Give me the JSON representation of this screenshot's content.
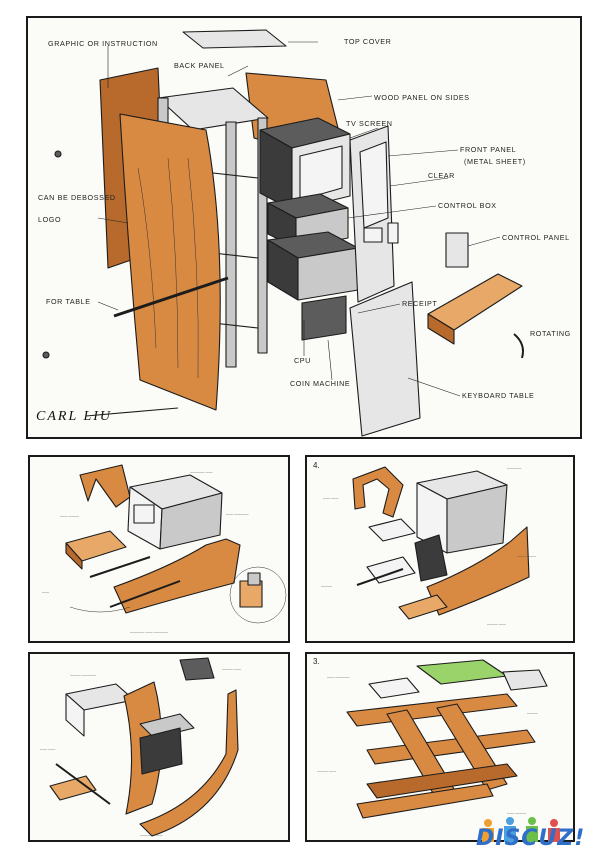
{
  "main": {
    "labels": {
      "graphic": "GRAPHIC OR INSTRUCTION",
      "top_cover": "TOP COVER",
      "back_panel": "BACK PANEL",
      "wood_panel": "WOOD PANEL ON SIDES",
      "tv_screen": "TV SCREEN",
      "front_panel_1": "FRONT PANEL",
      "front_panel_2": "(METAL SHEET)",
      "clear": "CLEAR",
      "logo_1": "CAN BE DEBOSSED",
      "logo_2": "LOGO",
      "control_box": "CONTROL BOX",
      "control_panel": "CONTROL PANEL",
      "receipt": "RECEIPT",
      "for_table": "FOR TABLE",
      "rotating": "ROTATING",
      "cpu": "CPU",
      "coin_machine": "COIN MACHINE",
      "keyboard_table": "KEYBOARD TABLE"
    },
    "signature": "CARL LIU"
  },
  "thumbnails": {
    "num2": "4.",
    "num4": "3."
  },
  "watermark": {
    "text": "DISCUZ!"
  },
  "colors": {
    "wood": "#d98a42",
    "steel": "#c9c9c9",
    "screen": "#3b3b3b",
    "glass": "#9bd36b",
    "watermark": "#2f6fc9"
  }
}
